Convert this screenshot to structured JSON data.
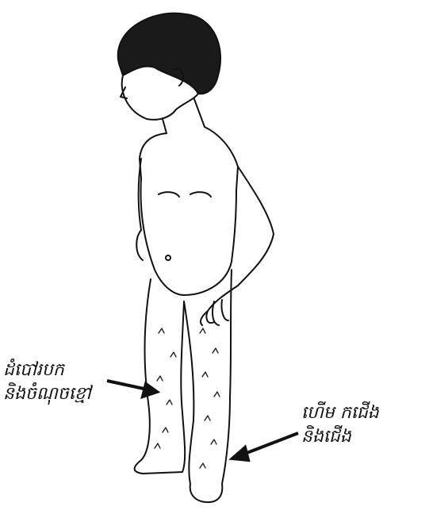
{
  "labels": {
    "left": {
      "line1": "ដំបៅរបក",
      "line2": "និងចំណុចខ្មៅ"
    },
    "right": {
      "line1": "ហើម កជើង",
      "line2": "និងជើង"
    }
  },
  "colors": {
    "ink": "#111111",
    "background": "#ffffff"
  }
}
